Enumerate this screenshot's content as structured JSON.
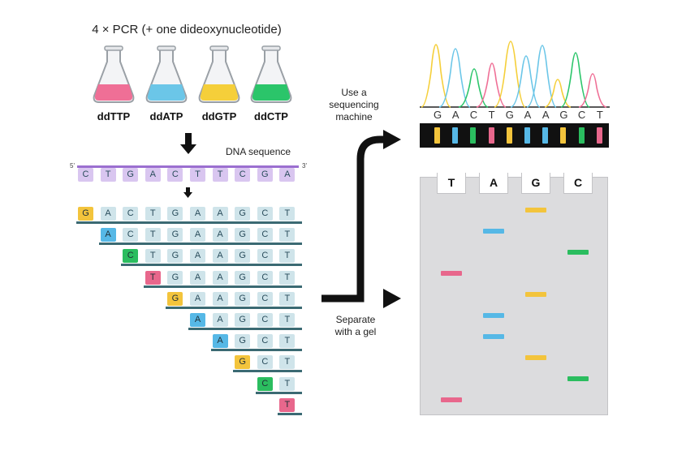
{
  "title": "4 × PCR (+ one dideoxynucleotide)",
  "flasks": [
    {
      "label": "ddTTP",
      "color": "#ef6f96"
    },
    {
      "label": "ddATP",
      "color": "#6bc6e8"
    },
    {
      "label": "ddGTP",
      "color": "#f5cf3a"
    },
    {
      "label": "ddCTP",
      "color": "#2bc56a"
    }
  ],
  "dna_sequence_label": "DNA sequence",
  "five_prime": "5'",
  "three_prime": "3'",
  "template_bases": [
    "C",
    "T",
    "G",
    "A",
    "C",
    "T",
    "T",
    "C",
    "G",
    "A"
  ],
  "fragment_bases": [
    "G",
    "A",
    "C",
    "T",
    "G",
    "A",
    "A",
    "G",
    "C",
    "T"
  ],
  "base_colors": {
    "T": "#e8678c",
    "A": "#56b8e6",
    "G": "#f3c43c",
    "C": "#2bbd5f"
  },
  "plain_cell_color": "#cfe4ea",
  "template_cell_color": "#d9c6f0",
  "sequencing_text": [
    "Use a",
    "sequencing",
    "machine"
  ],
  "gel_text": [
    "Separate",
    "with a gel"
  ],
  "chromatogram_letters": [
    "G",
    "A",
    "C",
    "T",
    "G",
    "A",
    "A",
    "G",
    "C",
    "T"
  ],
  "gel_lanes": [
    "T",
    "A",
    "G",
    "C"
  ]
}
